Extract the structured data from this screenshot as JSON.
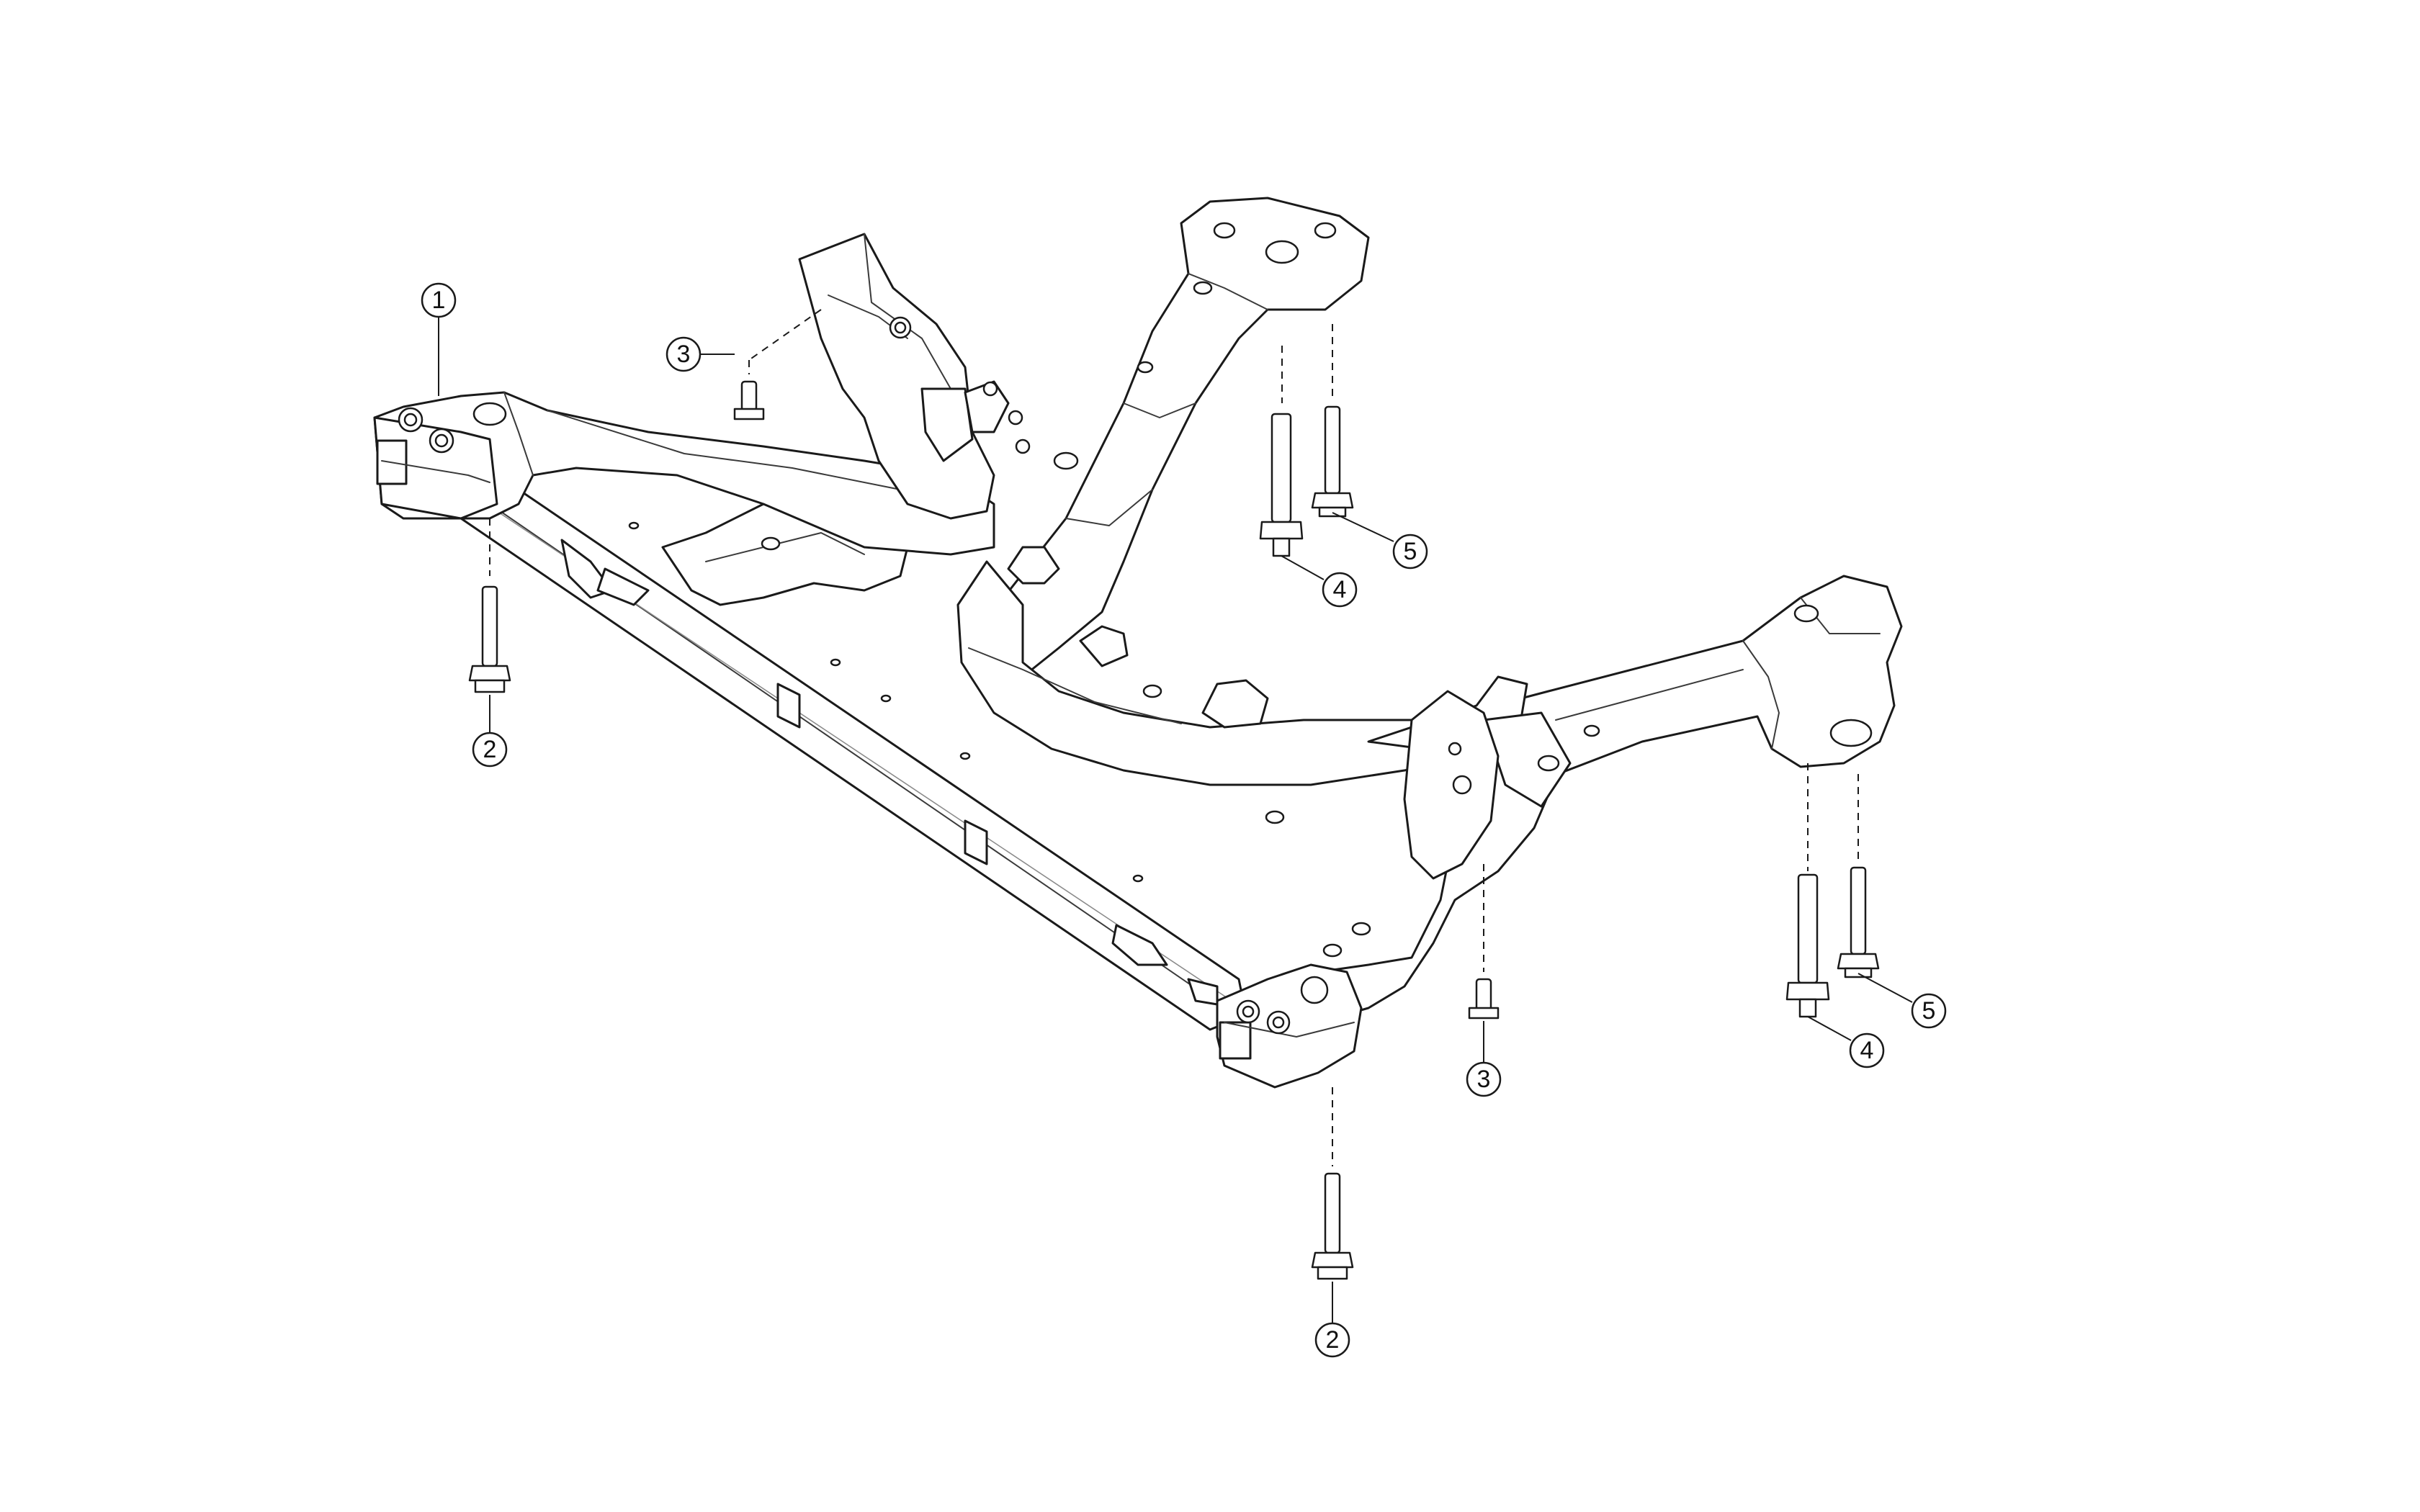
{
  "callouts": [
    {
      "id": "c1a",
      "label": "1"
    },
    {
      "id": "c2a",
      "label": "2"
    },
    {
      "id": "c2b",
      "label": "2"
    },
    {
      "id": "c3a",
      "label": "3"
    },
    {
      "id": "c3b",
      "label": "3"
    },
    {
      "id": "c4a",
      "label": "4"
    },
    {
      "id": "c4b",
      "label": "4"
    },
    {
      "id": "c5a",
      "label": "5"
    },
    {
      "id": "c5b",
      "label": "5"
    }
  ]
}
